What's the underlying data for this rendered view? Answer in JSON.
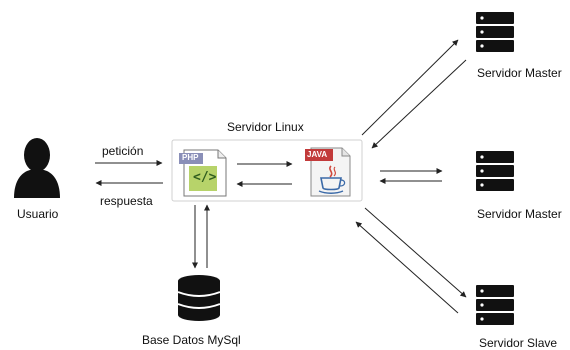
{
  "labels": {
    "usuario": "Usuario",
    "peticion": "petición",
    "respuesta": "respuesta",
    "servidor_linux": "Servidor Linux",
    "base_datos": "Base Datos MySql",
    "servidor_master_1": "Servidor Master",
    "servidor_master_2": "Servidor Master",
    "servidor_slave": "Servidor Slave"
  },
  "badges": {
    "php": "PHP",
    "php_code": "</>",
    "java": "JAVA"
  },
  "icons": {
    "user": "user-icon",
    "php_file": "php-file-icon",
    "java_file": "java-file-icon",
    "database": "database-icon",
    "server": "server-icon"
  },
  "colors": {
    "php_badge": "#8a8fb8",
    "php_code_bg": "#b7d36a",
    "php_code_fg": "#2f5d1e",
    "java_badge": "#c23a3a",
    "java_cup": "#3b6aa8",
    "java_steam": "#d0483d",
    "icon_black": "#111111",
    "arrow": "#222222"
  }
}
